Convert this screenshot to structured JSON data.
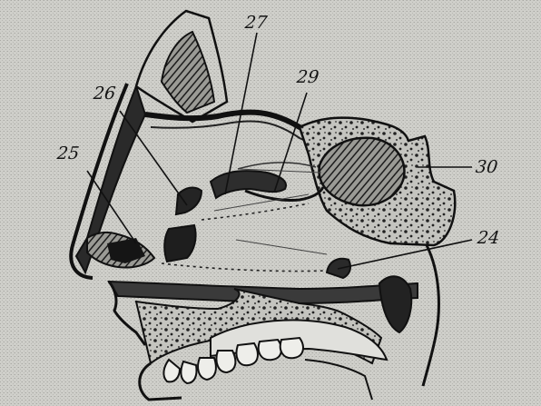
{
  "figure": {
    "labels": {
      "l24": "24",
      "l25": "25",
      "l26": "26",
      "l27": "27",
      "l29": "29",
      "l30": "30"
    }
  }
}
